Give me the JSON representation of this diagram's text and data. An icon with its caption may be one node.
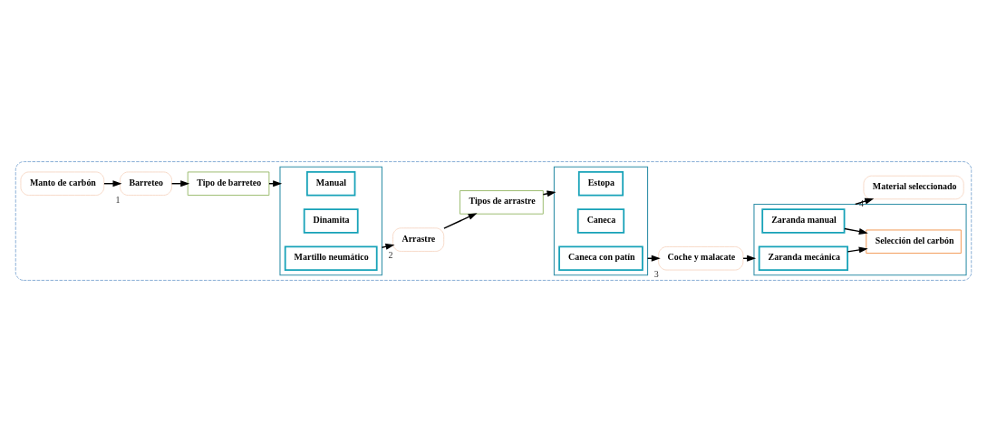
{
  "diagram": {
    "nodes": [
      {
        "text": [],
        "shape": "box"
      },
      {
        "text": [
          "Manto de carbón"
        ],
        "in": 0
      },
      {
        "text": [
          "Barreteo"
        ],
        "in": 0,
        "beside": [
          "1"
        ]
      },
      {
        "text": [
          "Tipo de barreteo"
        ],
        "in": 0
      },
      {
        "text": [],
        "shape": "box",
        "in": 0
      },
      {
        "text": [
          "Manual"
        ],
        "in": 4
      },
      {
        "text": [
          "Dinamita"
        ],
        "in": 4
      },
      {
        "text": [
          "Martillo neumático"
        ],
        "in": 4
      },
      {
        "text": [
          "Arrastre"
        ],
        "in": 0,
        "beside": [
          "2"
        ]
      },
      {
        "text": [
          "Tipos de arrastre"
        ],
        "in": 0
      },
      {
        "text": [],
        "shape": "box",
        "in": 0
      },
      {
        "text": [
          "Estopa"
        ],
        "in": 10
      },
      {
        "text": [
          "Caneca"
        ],
        "in": 10
      },
      {
        "text": [
          "Caneca con patín"
        ],
        "in": 10
      },
      {
        "text": [
          "Coche y malacate"
        ],
        "in": 0,
        "beside": [
          "3"
        ]
      },
      {
        "text": [],
        "shape": "box",
        "in": 0
      },
      {
        "text": [
          "Zaranda mecánica"
        ],
        "in": 15
      },
      {
        "text": [
          "Selección del carbón"
        ],
        "in": 15
      },
      {
        "text": [
          "Zaranda manual"
        ],
        "in": 15
      },
      {
        "text": [
          "Material seleccionado"
        ],
        "in": 0,
        "beside": [
          "4"
        ]
      }
    ],
    "edges": [
      {
        "from": 1,
        "to": 2,
        "arrow": "to"
      },
      {
        "from": 2,
        "to": 3,
        "arrow": "to"
      },
      {
        "from": 3,
        "to": 4,
        "arrow": "to"
      },
      {
        "from": 4,
        "to": 8,
        "arrow": "to"
      },
      {
        "from": 8,
        "to": 9,
        "arrow": "to"
      },
      {
        "from": 9,
        "to": 10,
        "arrow": "to"
      },
      {
        "from": 10,
        "to": 14,
        "arrow": "to"
      },
      {
        "from": 14,
        "to": 15,
        "arrow": "to"
      },
      {
        "from": 16,
        "to": 17,
        "arrow": "to"
      },
      {
        "from": 18,
        "to": 17,
        "arrow": "to"
      },
      {
        "from": 15,
        "to": 19,
        "arrow": "to"
      }
    ]
  }
}
